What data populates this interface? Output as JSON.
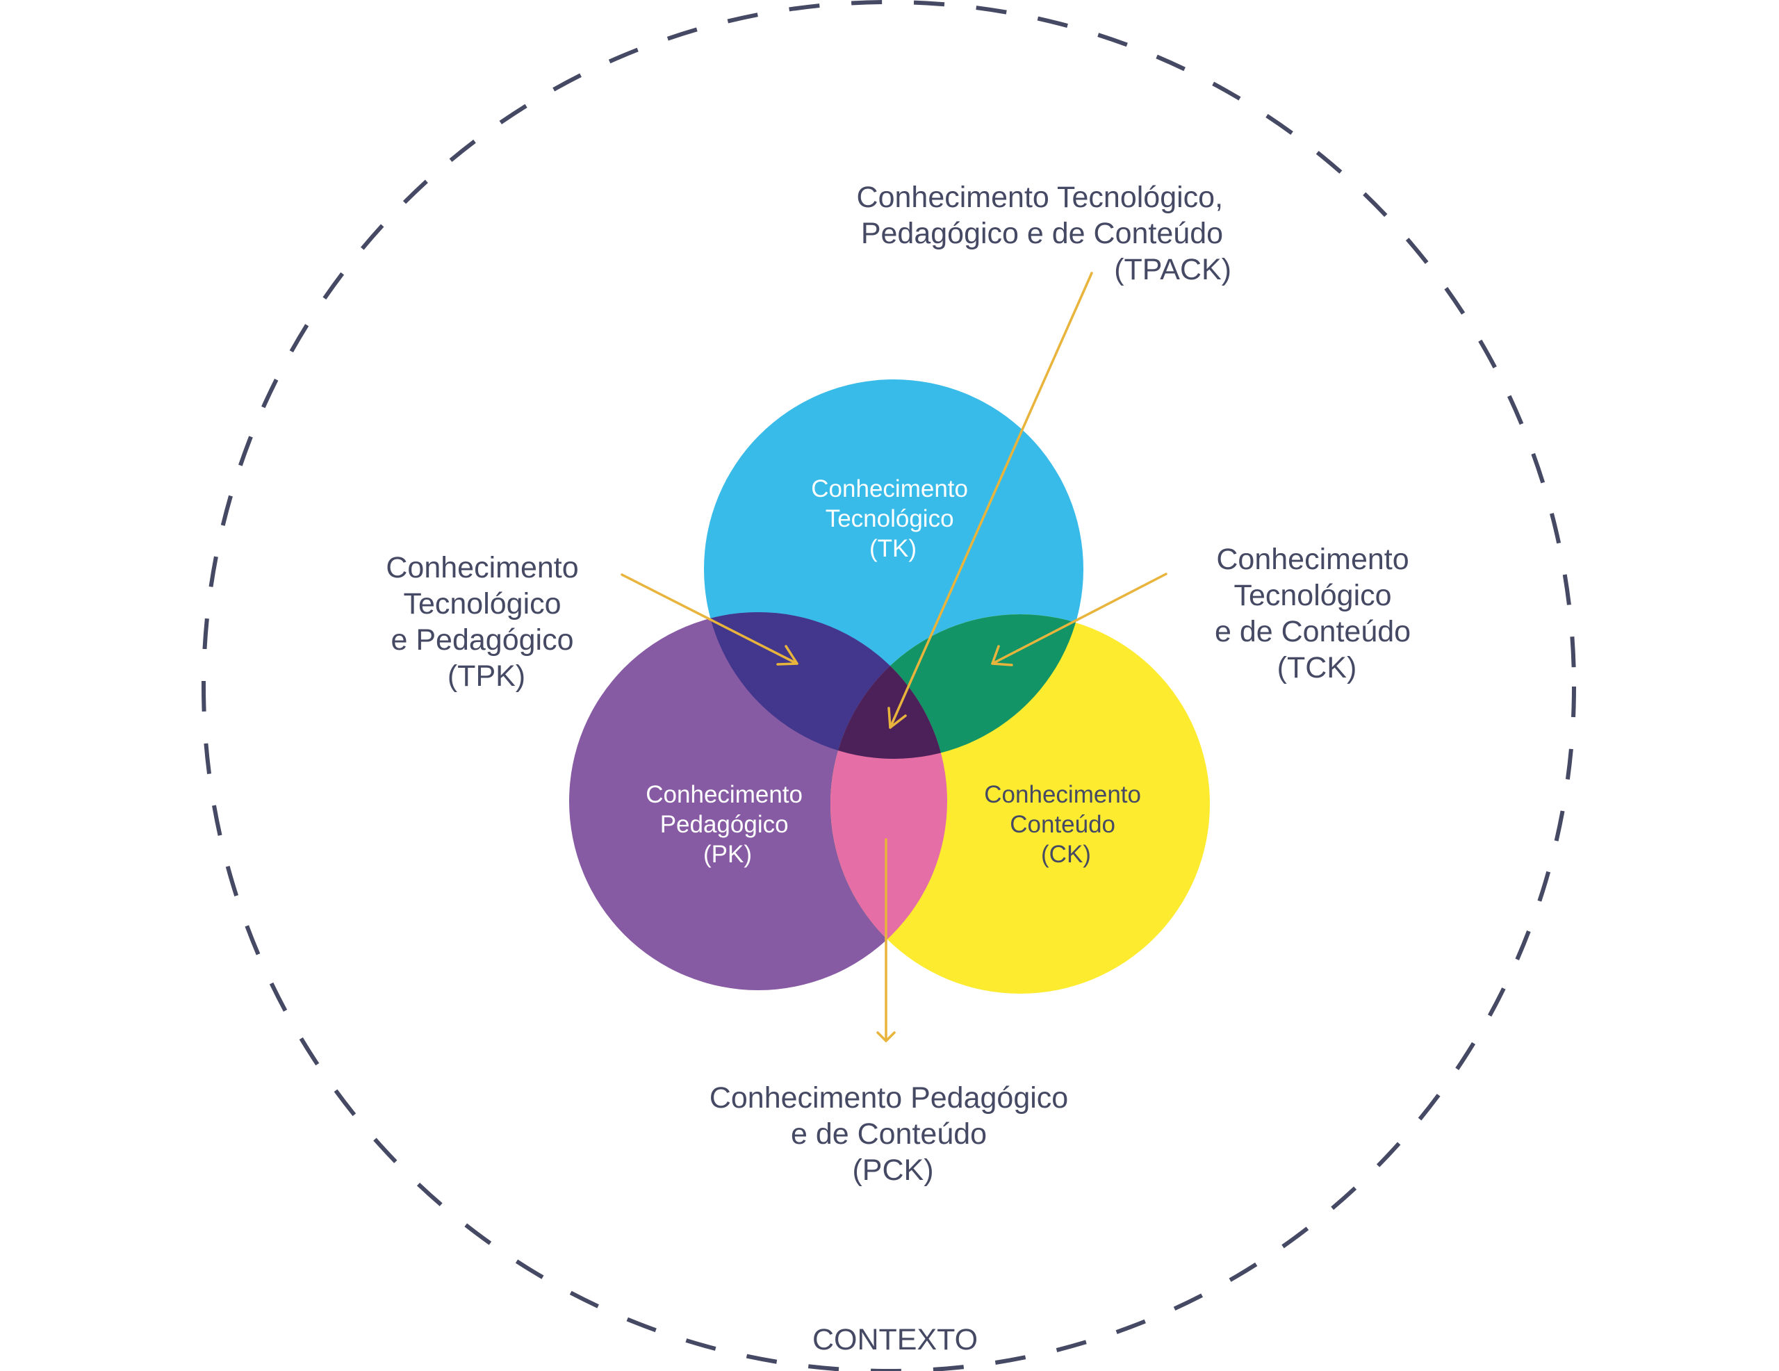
{
  "diagram": {
    "title": "TPACK",
    "context_label": "CONTEXTO",
    "colors": {
      "tk": "#38BBE9",
      "pk": "#875BA3",
      "ck": "#FCEB2F",
      "tpk": "#42378C",
      "tck": "#129466",
      "pck": "#E56EA7",
      "tpack": "#4C2159",
      "text": "#454963",
      "arrow": "#E8B43C",
      "dash": "#454963"
    },
    "circles": {
      "tk": {
        "lines": [
          "Conhecimento",
          "Tecnológico",
          "(TK)"
        ]
      },
      "pk": {
        "lines": [
          "Conhecimento",
          "Pedagógico",
          "(PK)"
        ]
      },
      "ck": {
        "lines": [
          "Conhecimento",
          "Conteúdo",
          "(CK)"
        ]
      }
    },
    "callouts": {
      "tpack": {
        "lines": [
          "Conhecimento Tecnológico,",
          "Pedagógico e de Conteúdo",
          "(TPACK)"
        ]
      },
      "tpk": {
        "lines": [
          "Conhecimento",
          "Tecnológico",
          "e Pedagógico",
          "(TPK)"
        ]
      },
      "tck": {
        "lines": [
          "Conhecimento",
          "Tecnológico",
          "e de Conteúdo",
          "(TCK)"
        ]
      },
      "pck": {
        "lines": [
          "Conhecimento Pedagógico",
          "e de Conteúdo",
          "(PCK)"
        ]
      }
    }
  }
}
